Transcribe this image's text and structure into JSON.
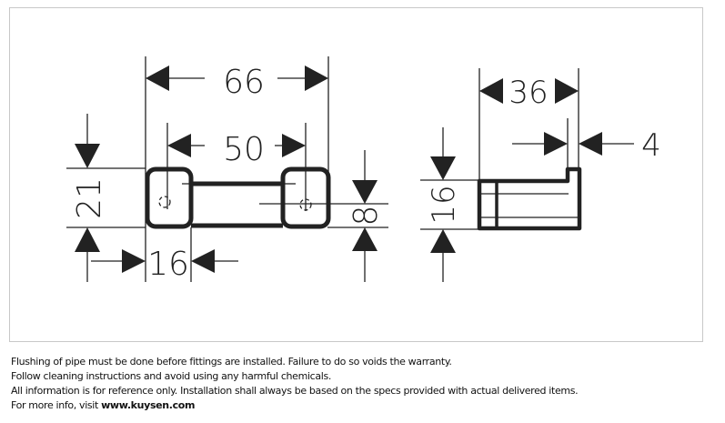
{
  "drawing": {
    "front_view": {
      "overall_width": "66",
      "hole_spacing": "50",
      "height": "21",
      "post_width": "16",
      "rail_height": "8"
    },
    "side_view": {
      "depth": "36",
      "lip": "4",
      "height": "16"
    }
  },
  "notes": {
    "line1": "Flushing of pipe must be done before fittings are installed. Failure to do so voids the warranty.",
    "line2": "Follow cleaning instructions and avoid using any harmful chemicals.",
    "line3": "All information is for reference only. Installation shall always be based on the specs provided with actual delivered items.",
    "line4_prefix": "For more info, visit ",
    "website": "www.kuysen.com"
  }
}
